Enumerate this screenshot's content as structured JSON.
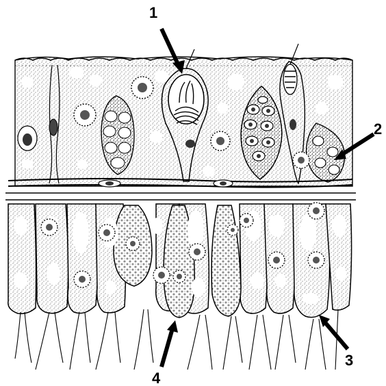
{
  "callouts": [
    {
      "id": "1",
      "label": "1"
    },
    {
      "id": "2",
      "label": "2"
    },
    {
      "id": "3",
      "label": "3"
    },
    {
      "id": "4",
      "label": "4"
    }
  ],
  "colors": {
    "ink": "#000000",
    "paper": "#ffffff",
    "stipple": "#2b2b2b",
    "vacuole": "#ffffff"
  }
}
